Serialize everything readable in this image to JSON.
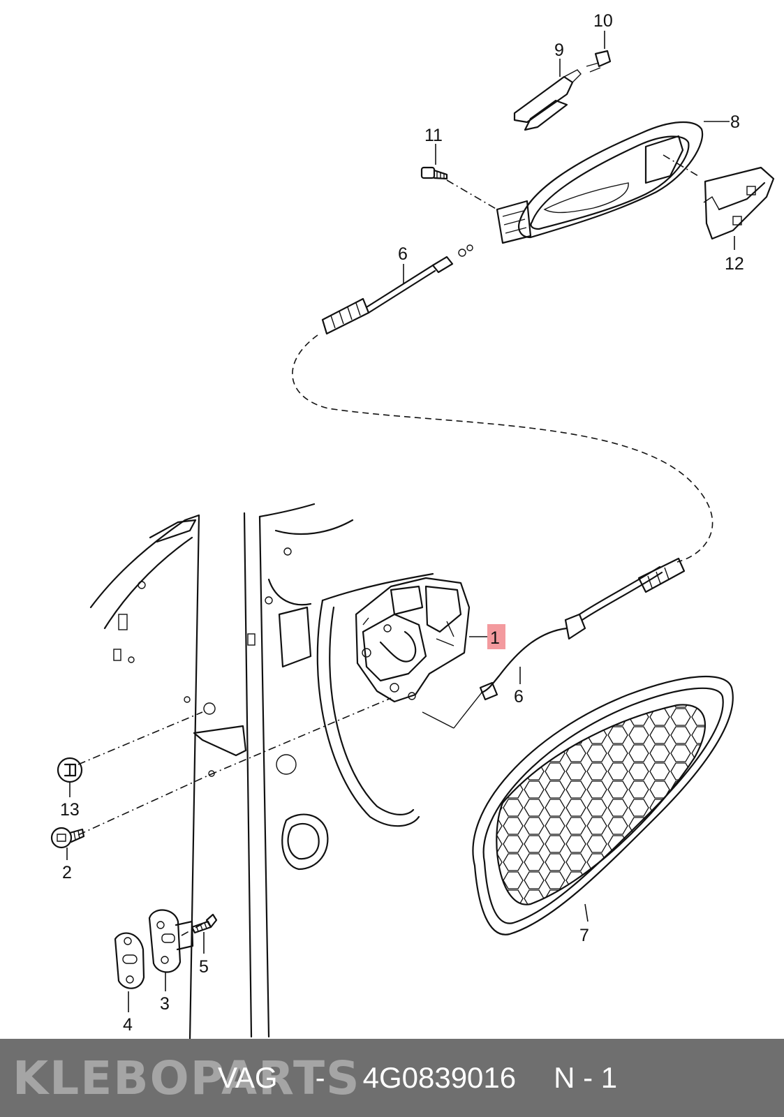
{
  "callouts": [
    "1",
    "2",
    "3",
    "4",
    "5",
    "6",
    "6",
    "7",
    "8",
    "9",
    "10",
    "11",
    "12",
    "13"
  ],
  "highlighted_callout": "1",
  "footer": {
    "watermark": "KLEBOPARTS",
    "brand": "VAG",
    "separator": "-",
    "part_number": "4G0839016",
    "item_ref": "N - 1"
  },
  "colors": {
    "highlight": "#f39a9e",
    "footer_bg": "#6f6f6f",
    "footer_text": "#ffffff"
  }
}
